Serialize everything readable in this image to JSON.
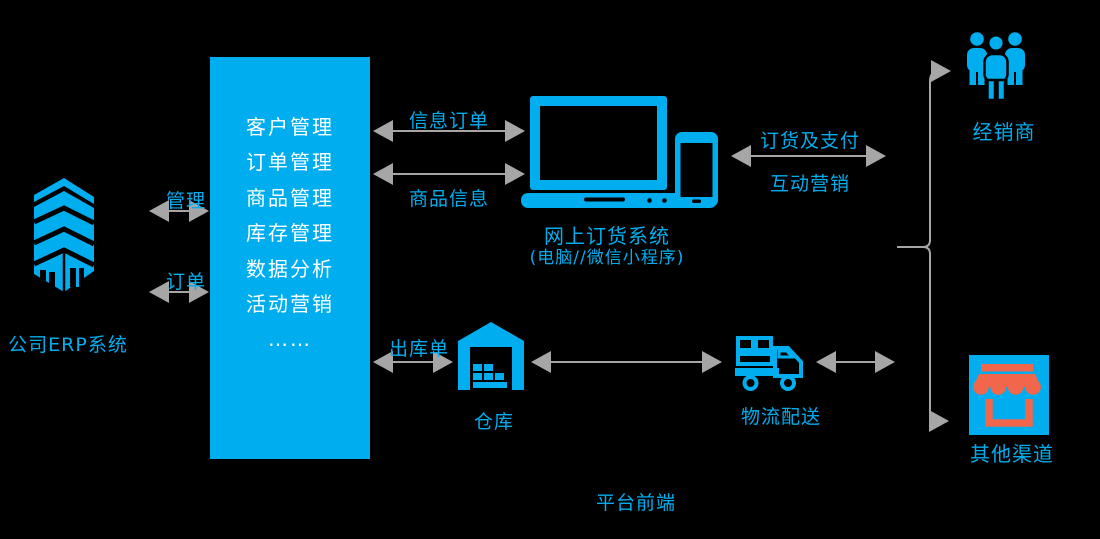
{
  "colors": {
    "background": "#000000",
    "accent_blue": "#00AEEF",
    "arrow_gray": "#A6A6A6",
    "store_orange": "#F2664B",
    "box_text": "#FFFFFF"
  },
  "erp": {
    "label": "公司ERP系统",
    "link_top": "管理",
    "link_bottom": "订单"
  },
  "platform": {
    "items": [
      "客户管理",
      "订单管理",
      "商品管理",
      "库存管理",
      "数据分析",
      "活动营销",
      "……"
    ]
  },
  "platform_links": {
    "top": "信息订单",
    "bottom": "商品信息"
  },
  "ordering": {
    "name": "网上订货系统",
    "subtitle": "(电脑//微信小程序)"
  },
  "dealer": {
    "label": "经销商",
    "link_top": "订货及支付",
    "link_bottom": "互动营销"
  },
  "warehouse": {
    "label": "仓库",
    "link": "出库单"
  },
  "logistics": {
    "label": "物流配送"
  },
  "channels": {
    "label": "其他渠道"
  },
  "footer": {
    "label": "平台前端"
  },
  "icons": {
    "erp": "building-icon",
    "ordering": "desktop-phone-icon",
    "dealer": "people-icon",
    "warehouse": "warehouse-icon",
    "logistics": "truck-icon",
    "channels": "storefront-icon"
  }
}
